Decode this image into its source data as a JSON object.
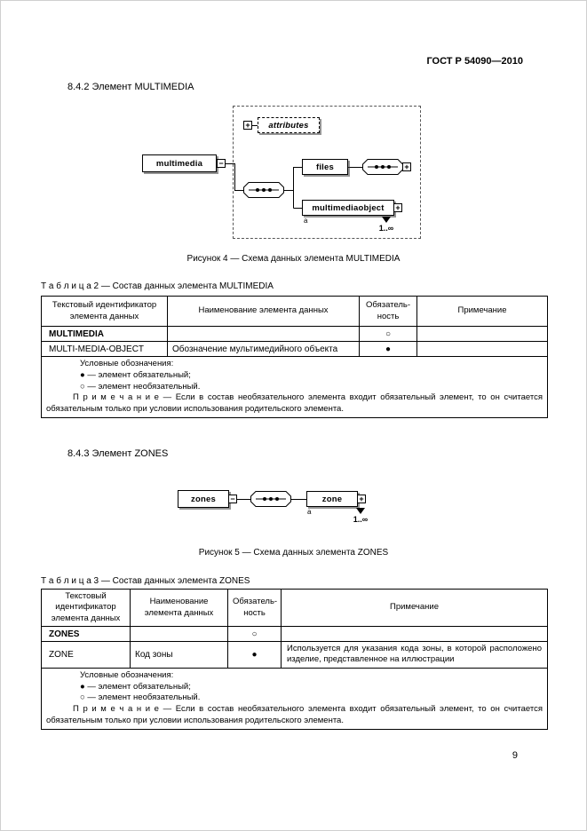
{
  "page": {
    "header": "ГОСТ Р 54090—2010",
    "number": "9"
  },
  "section_multimedia": {
    "heading": "8.4.2  Элемент MULTIMEDIA",
    "figure_caption": "Рисунок 4 — Схема данных элемента MULTIMEDIA"
  },
  "section_zones": {
    "heading": "8.4.3  Элемент ZONES",
    "figure_caption": "Рисунок 5 — Схема данных элемента ZONES"
  },
  "glyphs": {
    "plus": "+",
    "minus": "−"
  },
  "diagram_multimedia": {
    "root_label": "multimedia",
    "attributes_label": "attributes",
    "files_label": "files",
    "object_label": "multimediaobject",
    "occurs_label": "1..∞",
    "footnote": "а"
  },
  "diagram_zones": {
    "root_label": "zones",
    "element_label": "zone",
    "occurs_label": "1..∞",
    "footnote": "а"
  },
  "table2": {
    "title": "Т а б л и ц а  2 — Состав данных элемента MULTIMEDIA",
    "headers": {
      "id": "Текстовый идентификатор элемента данных",
      "name": "Наименование элемента данных",
      "required": "Обязатель-\nность",
      "note": "Примечание"
    },
    "rows": [
      {
        "id": "MULTIMEDIA",
        "name": "",
        "required": "○",
        "note": ""
      },
      {
        "id": "MULTI-MEDIA-OBJECT",
        "name": "Обозначение мультимедийного объекта",
        "required": "●",
        "note": ""
      }
    ]
  },
  "table3": {
    "title": "Т а б л и ц а  3 — Состав данных элемента ZONES",
    "headers": {
      "id": "Текстовый идентификатор элемента данных",
      "name": "Наименование элемента данных",
      "required": "Обязатель-\nность",
      "note": "Примечание"
    },
    "rows": [
      {
        "id": "ZONES",
        "name": "",
        "required": "○",
        "note": ""
      },
      {
        "id": "ZONE",
        "name": "Код зоны",
        "required": "●",
        "note": "Используется для указания кода зоны, в которой расположено изделие, представленное на иллюстрации"
      }
    ]
  },
  "legend": {
    "title": "Условные обозначения:",
    "mandatory": "● — элемент обязательный;",
    "optional": "○ — элемент необязательный.",
    "note": "П р и м е ч а н и е — Если в состав необязательного элемента входит обязательный элемент, то он считается обязательным только при условии использования родительского элемента."
  }
}
